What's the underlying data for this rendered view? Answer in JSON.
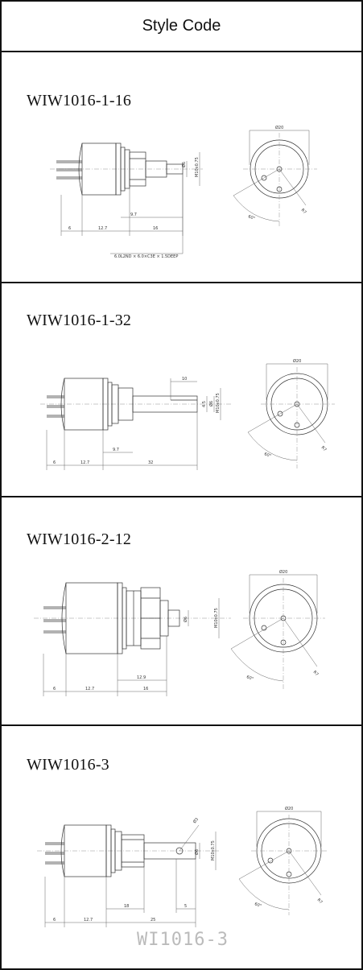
{
  "header": {
    "title": "Style Code"
  },
  "rows": [
    {
      "code": "WIW1016-1-16",
      "dims": {
        "d1": "6",
        "d2": "12.7",
        "d3": "16",
        "d4": "9.7",
        "shaft": "Ø6",
        "thread": "M10x0.75",
        "dia": "Ø20",
        "ang": "60°",
        "r": "R7"
      },
      "note": "6.0L2ND × 6.0×C3E × 1.5DEEP"
    },
    {
      "code": "WIW1016-1-32",
      "dims": {
        "d1": "6",
        "d2": "12.7",
        "d3": "32",
        "d4": "9.7",
        "d5": "10",
        "flat": "4.5",
        "shaft": "Ø6",
        "thread": "M10x0.75",
        "dia": "Ø20",
        "ang": "60°",
        "r": "R7"
      }
    },
    {
      "code": "WIW1016-2-12",
      "dims": {
        "d1": "6",
        "d2": "12.7",
        "d3": "16",
        "d4": "12.9",
        "shaft": "Ø6",
        "thread": "M10x0.75",
        "dia": "Ø20",
        "ang": "60°",
        "r": "R7"
      }
    },
    {
      "code": "WIW1016-3",
      "dims": {
        "d1": "6",
        "d2": "12.7",
        "d3": "25",
        "d4": "18",
        "d5": "5",
        "shaft": "Ø6",
        "thread": "M10x0.75",
        "dia": "Ø20",
        "ang": "60°",
        "r": "R7",
        "hole": "Ø3"
      },
      "caption": "WI1016-3"
    }
  ]
}
